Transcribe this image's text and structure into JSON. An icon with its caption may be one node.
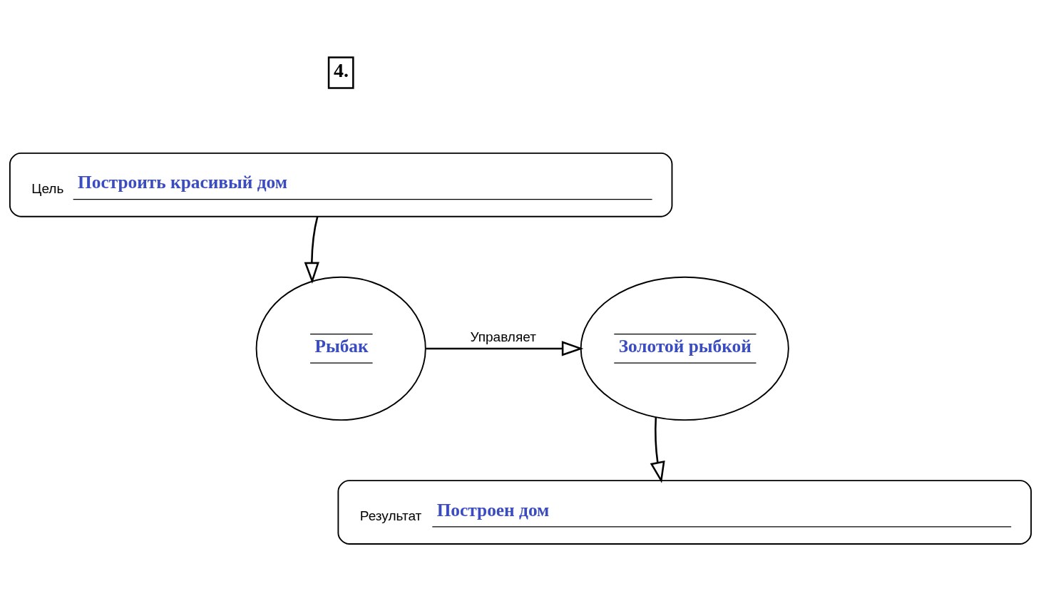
{
  "diagram": {
    "nodes": [
      {
        "text": [
          "Цель",
          "Построить красивый дом"
        ]
      },
      {
        "text": [
          "Рыбак"
        ]
      },
      {
        "text": [
          "Золотой рыбкой"
        ]
      },
      {
        "text": [
          "Результат",
          "Построен дом"
        ]
      }
    ],
    "edges": [
      {
        "from": 0,
        "to": 1,
        "arrow": "to"
      },
      {
        "from": 1,
        "to": 2,
        "arrow": "to",
        "label": "Управляет"
      },
      {
        "from": 2,
        "to": 3,
        "arrow": "to"
      }
    ],
    "labels": [
      "4."
    ]
  }
}
